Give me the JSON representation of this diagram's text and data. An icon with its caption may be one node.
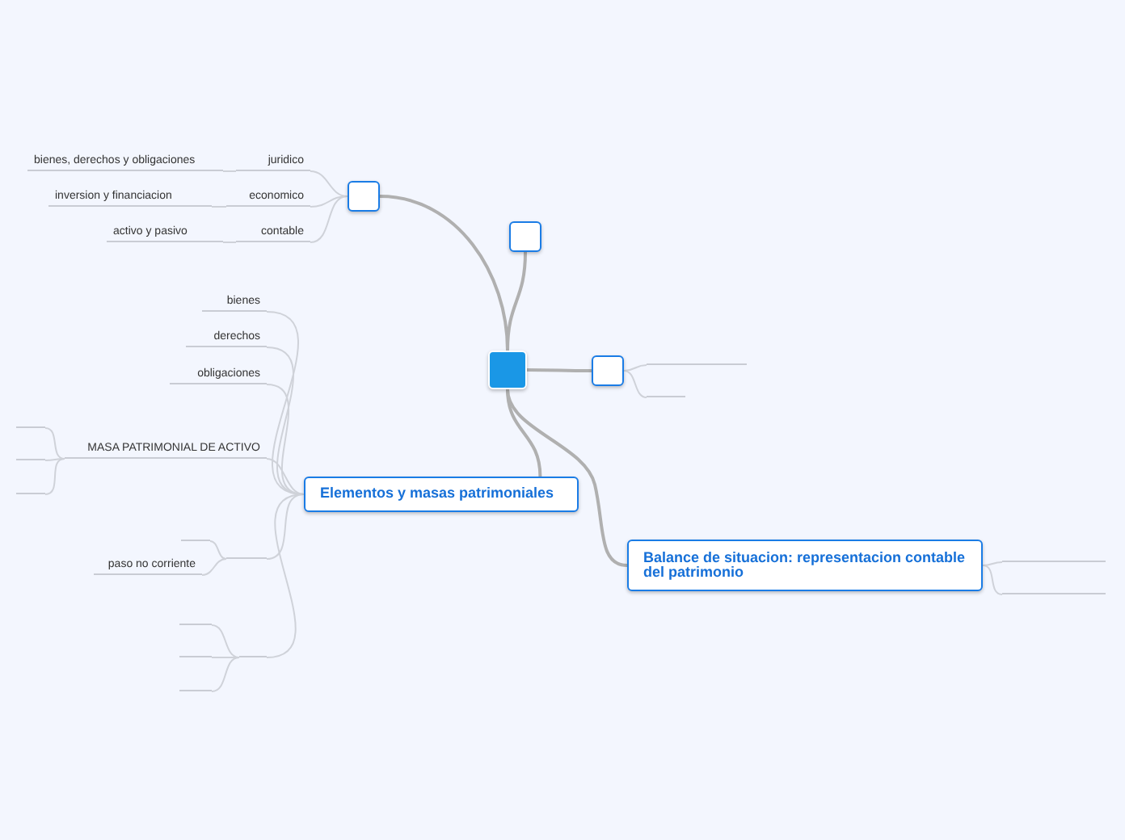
{
  "diagram": {
    "nodes": [
      {
        "text": [],
        "shape": "box"
      },
      {
        "text": [],
        "shape": "box"
      },
      {
        "text": [],
        "shape": "box"
      },
      {
        "text": [],
        "shape": "box"
      },
      {
        "text": [
          "Elementos y masas patrimoniales"
        ]
      },
      {
        "text": [
          "Balance de situacion: representacion contable del patrimonio"
        ]
      },
      {
        "text": [
          "juridico"
        ]
      },
      {
        "text": [
          "economico"
        ]
      },
      {
        "text": [
          "contable"
        ]
      },
      {
        "text": [
          "bienes, derechos y obligaciones"
        ]
      },
      {
        "text": [
          "inversion y financiacion"
        ]
      },
      {
        "text": [
          "activo y pasivo"
        ]
      },
      {
        "text": [
          "bienes"
        ]
      },
      {
        "text": [
          "derechos"
        ]
      },
      {
        "text": [
          "obligaciones"
        ]
      },
      {
        "text": [
          "MASA PATRIMONIAL DE ACTIVO"
        ]
      },
      {
        "text": [],
        "shape": "line"
      },
      {
        "text": [],
        "shape": "line"
      },
      {
        "text": [],
        "shape": "line"
      },
      {
        "text": [],
        "shape": "line"
      },
      {
        "text": [],
        "shape": "line"
      },
      {
        "text": [
          "paso no corriente"
        ]
      },
      {
        "text": [],
        "shape": "line"
      },
      {
        "text": [],
        "shape": "line"
      },
      {
        "text": [],
        "shape": "line"
      },
      {
        "text": [],
        "shape": "line"
      },
      {
        "text": [],
        "shape": "line"
      },
      {
        "text": [],
        "shape": "line"
      },
      {
        "text": [],
        "shape": "line"
      },
      {
        "text": [],
        "shape": "line"
      }
    ],
    "edges": [
      {
        "from": 0,
        "to": 1,
        "arrow": "none"
      },
      {
        "from": 0,
        "to": 2,
        "arrow": "none"
      },
      {
        "from": 0,
        "to": 3,
        "arrow": "none"
      },
      {
        "from": 0,
        "to": 4,
        "arrow": "none"
      },
      {
        "from": 0,
        "to": 5,
        "arrow": "none"
      },
      {
        "from": 1,
        "to": 6,
        "arrow": "none"
      },
      {
        "from": 1,
        "to": 7,
        "arrow": "none"
      },
      {
        "from": 1,
        "to": 8,
        "arrow": "none"
      },
      {
        "from": 6,
        "to": 9,
        "arrow": "none"
      },
      {
        "from": 7,
        "to": 10,
        "arrow": "none"
      },
      {
        "from": 8,
        "to": 11,
        "arrow": "none"
      },
      {
        "from": 4,
        "to": 12,
        "arrow": "none"
      },
      {
        "from": 4,
        "to": 13,
        "arrow": "none"
      },
      {
        "from": 4,
        "to": 14,
        "arrow": "none"
      },
      {
        "from": 4,
        "to": 15,
        "arrow": "none"
      },
      {
        "from": 4,
        "to": 19,
        "arrow": "none"
      },
      {
        "from": 4,
        "to": 22,
        "arrow": "none"
      },
      {
        "from": 15,
        "to": 16,
        "arrow": "none"
      },
      {
        "from": 15,
        "to": 17,
        "arrow": "none"
      },
      {
        "from": 15,
        "to": 18,
        "arrow": "none"
      },
      {
        "from": 19,
        "to": 20,
        "arrow": "none"
      },
      {
        "from": 19,
        "to": 21,
        "arrow": "none"
      },
      {
        "from": 22,
        "to": 23,
        "arrow": "none"
      },
      {
        "from": 22,
        "to": 24,
        "arrow": "none"
      },
      {
        "from": 22,
        "to": 25,
        "arrow": "none"
      },
      {
        "from": 3,
        "to": 26,
        "arrow": "none"
      },
      {
        "from": 3,
        "to": 27,
        "arrow": "none"
      },
      {
        "from": 5,
        "to": 28,
        "arrow": "none"
      },
      {
        "from": 5,
        "to": 29,
        "arrow": "none"
      }
    ]
  }
}
